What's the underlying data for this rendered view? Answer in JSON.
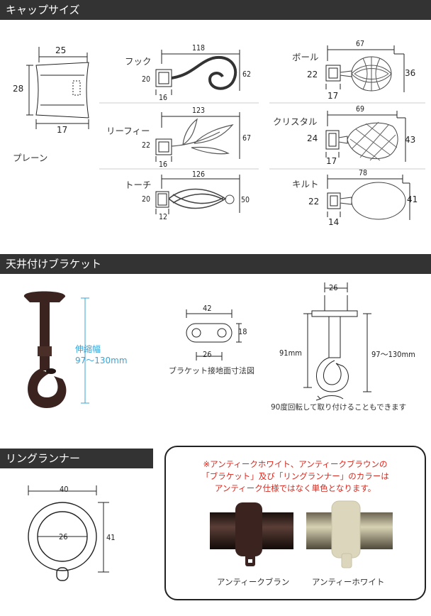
{
  "sections": {
    "cap": "キャップサイズ",
    "bracket": "天井付けブラケット",
    "ring": "リングランナー"
  },
  "caps": {
    "plain": {
      "name": "プレーン",
      "w": "25",
      "h": "28",
      "base": "17"
    },
    "hook": {
      "name": "フック",
      "w": "118",
      "h": "62",
      "a": "20",
      "b": "16"
    },
    "leafy": {
      "name": "リーフィー",
      "w": "123",
      "h": "67",
      "a": "22",
      "b": "16"
    },
    "torch": {
      "name": "トーチ",
      "w": "126",
      "h": "50",
      "a": "20",
      "b": "12"
    },
    "ball": {
      "name": "ボール",
      "w": "67",
      "h": "36",
      "a": "22",
      "b": "17"
    },
    "crystal": {
      "name": "クリスタル",
      "w": "69",
      "h": "43",
      "a": "24",
      "b": "17"
    },
    "kilt": {
      "name": "キルト",
      "w": "78",
      "h": "41",
      "a": "22",
      "b": "14"
    }
  },
  "bracket": {
    "stretch_label": "伸縮幅",
    "stretch_range": "97〜130mm",
    "plate_w": "42",
    "plate_h": "18",
    "plate_hole": "26",
    "plate_caption": "ブラケット接地面寸法図",
    "side_top": "26",
    "side_left": "91mm",
    "side_right": "97〜130mm",
    "rotate_note": "90度回転して取り付けることもできます"
  },
  "ring": {
    "outer": "40",
    "inner": "26",
    "height": "41"
  },
  "notice": {
    "line1": "※アンティークホワイト、アンティークブラウンの",
    "line2": "「ブラケット」及び「リングランナー」のカラーは",
    "line3": "アンティーク仕様ではなく単色となります。",
    "brown_label": "アンティークブラン",
    "white_label": "アンティーホワイト"
  },
  "colors": {
    "header": "#333333",
    "note": "#d8281e",
    "blue": "#3aa3d6",
    "brown": "#3b2420",
    "ivory": "#dcd6bd"
  }
}
